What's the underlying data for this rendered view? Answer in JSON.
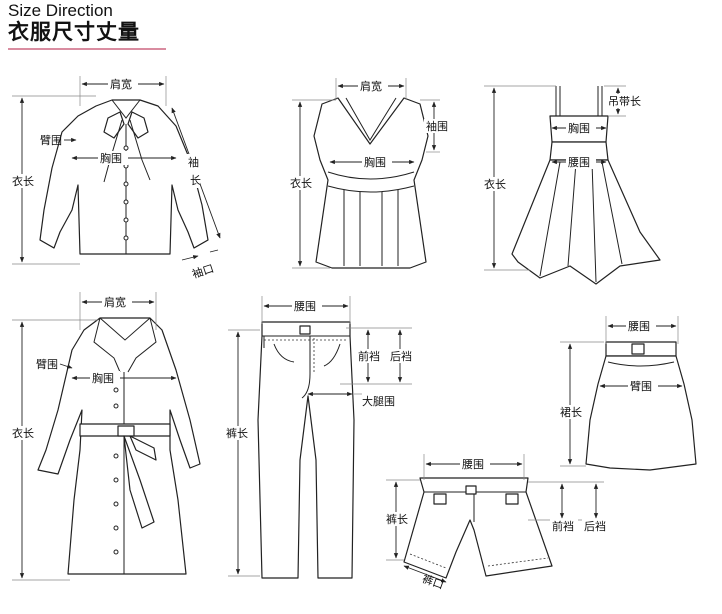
{
  "header": {
    "title_en": "Size Direction",
    "title_cn": "衣服尺寸丈量"
  },
  "labels": {
    "shoulder": "肩宽",
    "chest": "胸围",
    "arm": "臂围",
    "sleeve_length_1": "袖",
    "sleeve_length_2": "长",
    "cuff": "袖口",
    "length": "衣长",
    "armhole": "袖围",
    "strap": "吊带长",
    "waist": "腰围",
    "front_rise": "前裆",
    "back_rise": "后裆",
    "thigh": "大腿围",
    "pants_length": "裤长",
    "skirt_length": "裙长",
    "leg_opening": "裤口"
  },
  "colors": {
    "title_rule": "#d98ca0",
    "line": "#222222"
  }
}
